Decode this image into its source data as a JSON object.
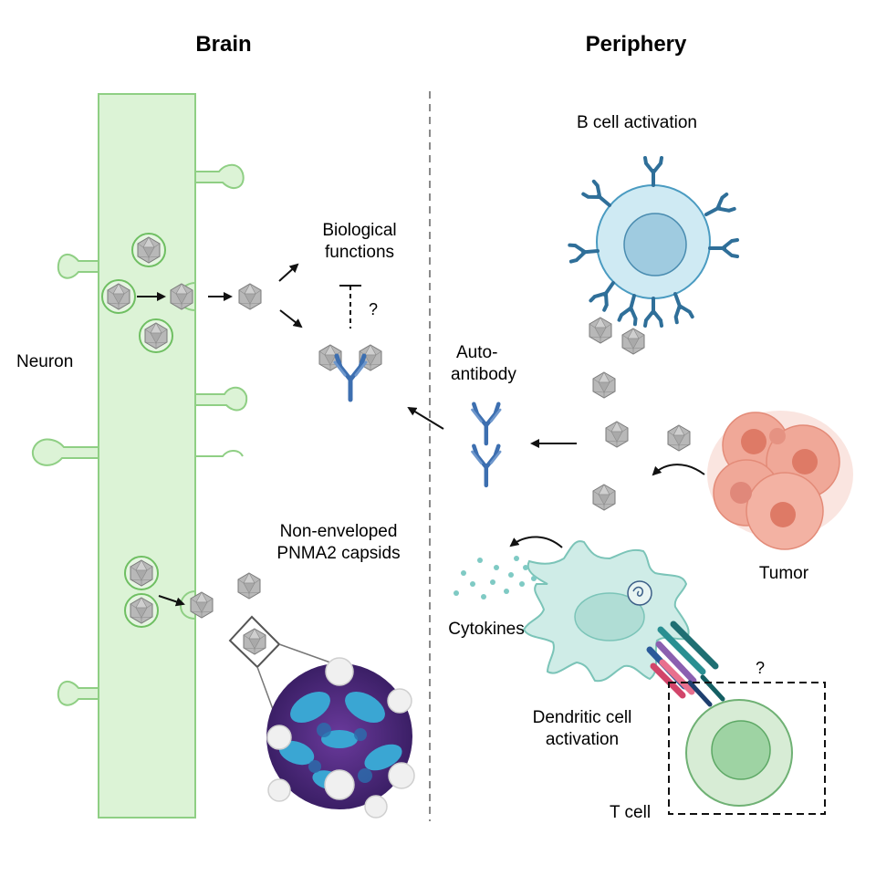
{
  "headers": {
    "brain": "Brain",
    "periphery": "Periphery"
  },
  "labels": {
    "neuron": "Neuron",
    "biological_functions_1": "Biological",
    "biological_functions_2": "functions",
    "question_inhibit": "?",
    "autoantibody_1": "Auto-",
    "autoantibody_2": "antibody",
    "b_cell_activation": "B cell activation",
    "tumor": "Tumor",
    "capsids_1": "Non-enveloped",
    "capsids_2": "PNMA2 capsids",
    "cytokines": "Cytokines",
    "dendritic_1": "Dendritic cell",
    "dendritic_2": "activation",
    "t_cell": "T cell",
    "question_tcell": "?"
  },
  "colors": {
    "neuron_fill": "#dcf3d6",
    "neuron_stroke": "#8fcf84",
    "capsid_fill": "#b5b5b5",
    "antibody": "#3d6fb0",
    "bcell_fill": "#cfeaf3",
    "bcell_nucleus": "#9fcbe0",
    "bcell_receptor": "#2f6f99",
    "tumor": "#f0a898",
    "tumor_nucleus": "#de7a66",
    "dendritic_fill": "#cfece7",
    "dendritic_nucleus": "#b0ddd5",
    "tcell_fill": "#d7ecd5",
    "tcell_nucleus": "#9ed3a3",
    "cytokine": "#7fcac4",
    "capsid_blue": "#3aa6d3",
    "capsid_purple": "#5b2d86"
  }
}
